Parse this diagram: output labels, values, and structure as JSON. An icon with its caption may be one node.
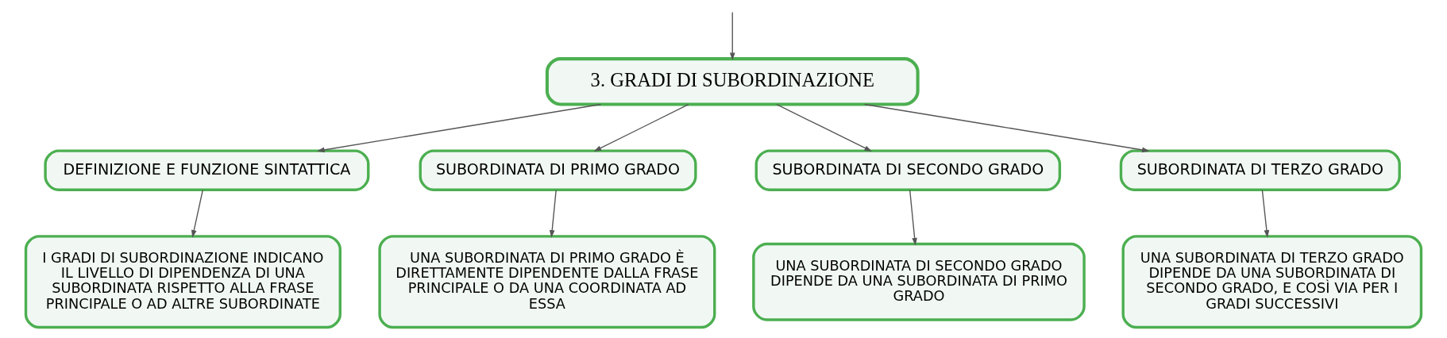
{
  "diagram": {
    "nodes": [
      {
        "text": [
          "3. GRADI DI SUBORDINAZIONE"
        ]
      },
      {
        "text": [
          "DEFINIZIONE E FUNZIONE SINTATTICA"
        ]
      },
      {
        "text": [
          "SUBORDINATA DI PRIMO GRADO"
        ]
      },
      {
        "text": [
          "SUBORDINATA DI SECONDO GRADO"
        ]
      },
      {
        "text": [
          "SUBORDINATA DI TERZO GRADO"
        ]
      },
      {
        "text": [
          "I GRADI DI SUBORDINAZIONE INDICANO IL LIVELLO DI DIPENDENZA DI UNA SUBORDINATA RISPETTO ALLA FRASE PRINCIPALE O AD ALTRE SUBORDINATE"
        ]
      },
      {
        "text": [
          "UNA SUBORDINATA DI PRIMO GRADO È DIRETTAMENTE DIPENDENTE DALLA FRASE PRINCIPALE O DA UNA COORDINATA AD ESSA"
        ]
      },
      {
        "text": [
          "UNA SUBORDINATA DI SECONDO GRADO DIPENDE DA UNA SUBORDINATA DI PRIMO GRADO"
        ]
      },
      {
        "text": [
          "UNA SUBORDINATA DI TERZO GRADO DIPENDE DA UNA SUBORDINATA DI SECONDO GRADO, E COSÌ VIA PER I GRADI SUCCESSIVI"
        ]
      }
    ],
    "edges": [
      {
        "from": null,
        "to": 0,
        "arrow": "to"
      },
      {
        "from": 0,
        "to": 1,
        "arrow": "to"
      },
      {
        "from": 0,
        "to": 2,
        "arrow": "to"
      },
      {
        "from": 0,
        "to": 3,
        "arrow": "to"
      },
      {
        "from": 0,
        "to": 4,
        "arrow": "to"
      },
      {
        "from": 1,
        "to": 5,
        "arrow": "to"
      },
      {
        "from": 2,
        "to": 6,
        "arrow": "to"
      },
      {
        "from": 3,
        "to": 7,
        "arrow": "to"
      },
      {
        "from": 4,
        "to": 8,
        "arrow": "to"
      }
    ]
  }
}
